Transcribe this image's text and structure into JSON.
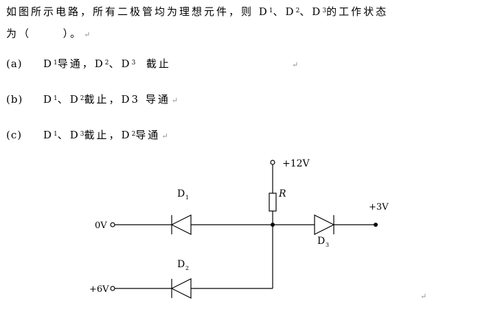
{
  "question": {
    "line1": "如图所示电路，所有二极管均为理想元件，则 D",
    "line1_mid1": "、D",
    "line1_mid2": "、D",
    "line1_end": "的工作状态",
    "sub1": "1",
    "sub2": "2",
    "sub3": "3",
    "line2": "为（      ）。"
  },
  "options": [
    {
      "tag": "(a)",
      "text_parts": [
        "D",
        "1",
        "导通，D",
        "2",
        "、D",
        "3",
        "  截止"
      ]
    },
    {
      "tag": "(b)",
      "text_parts": [
        "D",
        "1",
        "、D",
        "2",
        "截止，D3 导通"
      ]
    },
    {
      "tag": "(c)",
      "text_parts": [
        "D",
        "1",
        "、D",
        "3",
        "截止，D",
        "2",
        "导通"
      ]
    }
  ],
  "return_mark": "↵",
  "circuit": {
    "v_top": "+12V",
    "resistor": "R",
    "v_right": "+3V",
    "v_left_top": "0V",
    "v_left_bottom": "+6V",
    "d1": "D",
    "d1_sub": "1",
    "d2": "D",
    "d2_sub": "2",
    "d3": "D",
    "d3_sub": "3"
  }
}
